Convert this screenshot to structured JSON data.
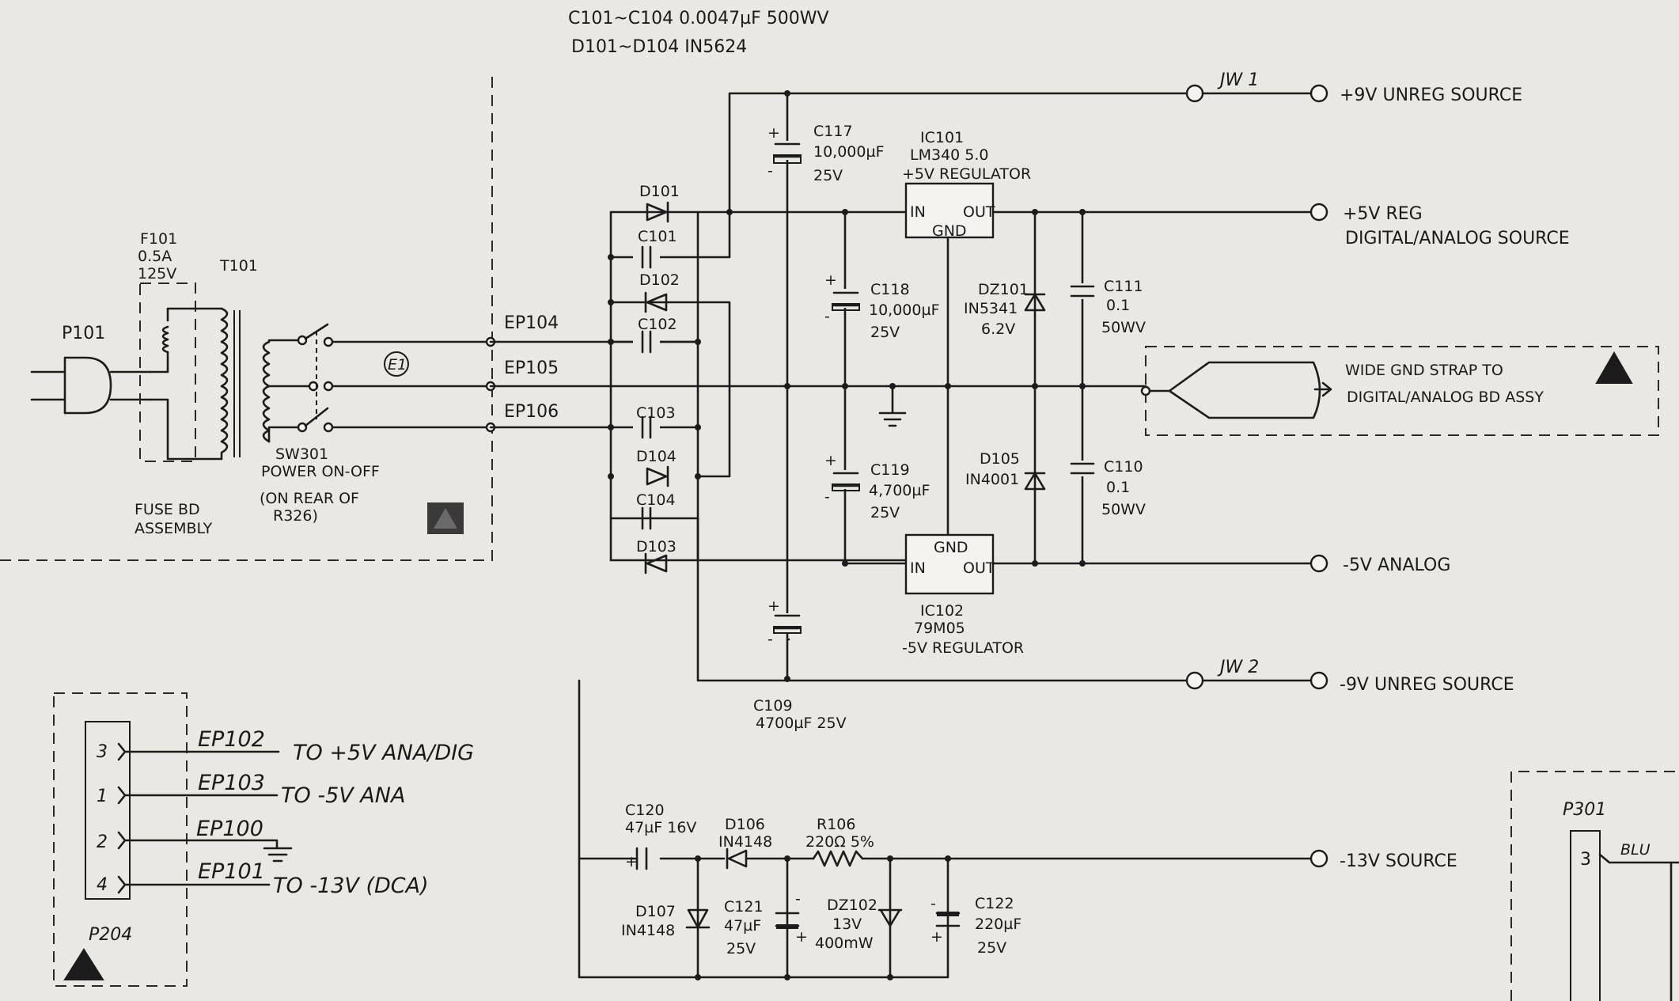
{
  "header": {
    "line1": "C101~C104   0.0047µF  500WV",
    "line2": "D101~D104   IN5624"
  },
  "fuse_board": {
    "plug": "P101",
    "fuse_ref": "F101",
    "fuse_val1": "0.5A",
    "fuse_val2": "125V",
    "transformer": "T101",
    "caption1": "FUSE BD",
    "caption2": "ASSEMBLY"
  },
  "switch": {
    "ref": "SW301",
    "desc": "POWER ON-OFF",
    "note1": "(ON REAR OF",
    "note2": "R326)",
    "test_point": "E1"
  },
  "eyelets": [
    "EP104",
    "EP105",
    "EP106"
  ],
  "bridge": {
    "diodes": [
      "D101",
      "D102",
      "D104",
      "D103"
    ],
    "caps": [
      "C101",
      "C102",
      "C103",
      "C104"
    ]
  },
  "caps": {
    "c117": [
      "C117",
      "10,000µF",
      "25V"
    ],
    "c118": [
      "C118",
      "10,000µF",
      "25V"
    ],
    "c119": [
      "C119",
      "4,700µF",
      "25V"
    ],
    "c109": [
      "C109",
      "4700µF 25V"
    ],
    "c111": [
      "C111",
      "0.1",
      "50WV"
    ],
    "c110": [
      "C110",
      "0.1",
      "50WV"
    ]
  },
  "ic101": {
    "ref": "IC101",
    "part": "LM340 5.0",
    "desc": "+5V REGULATOR",
    "pin_in": "IN",
    "pin_out": "OUT",
    "pin_gnd": "GND"
  },
  "ic102": {
    "ref": "IC102",
    "part": "79M05",
    "desc": "-5V REGULATOR",
    "pin_in": "IN",
    "pin_out": "OUT",
    "pin_gnd": "GND"
  },
  "zener": {
    "dz101": [
      "DZ101",
      "IN5341",
      "6.2V"
    ],
    "d105": [
      "D105",
      "IN4001"
    ]
  },
  "jumpers": {
    "jw1": "JW 1",
    "jw2": "JW 2"
  },
  "outputs": {
    "plus9": "+9V  UNREG  SOURCE",
    "plus5_l1": "+5V  REG",
    "plus5_l2": "DIGITAL/ANALOG  SOURCE",
    "gnd_l1": "WIDE GND STRAP TO",
    "gnd_l2": "DIGITAL/ANALOG BD ASSY",
    "minus5": "-5V  ANALOG",
    "minus9": "-9V  UNREG  SOURCE",
    "minus13": "-13V  SOURCE"
  },
  "minus13_circuit": {
    "c120": [
      "C120",
      "47µF 16V"
    ],
    "d106": [
      "D106",
      "IN4148"
    ],
    "r106": [
      "R106",
      "220Ω 5%"
    ],
    "d107": [
      "D107",
      "IN4148"
    ],
    "c121": [
      "C121",
      "47µF",
      "25V"
    ],
    "dz102": [
      "DZ102",
      "13V",
      "400mW"
    ],
    "c122": [
      "C122",
      "220µF",
      "25V"
    ]
  },
  "p204": {
    "ref": "P204",
    "pins": [
      {
        "num": "3",
        "ep": "EP102",
        "desc": "TO  +5V  ANA/DIG"
      },
      {
        "num": "1",
        "ep": "EP103",
        "desc": "TO  -5V  ANA"
      },
      {
        "num": "2",
        "ep": "EP100",
        "desc": ""
      },
      {
        "num": "4",
        "ep": "EP101",
        "desc": "TO  -13V  (DCA)"
      }
    ]
  },
  "p301": {
    "ref": "P301",
    "pin": "3",
    "wire": "BLU"
  }
}
